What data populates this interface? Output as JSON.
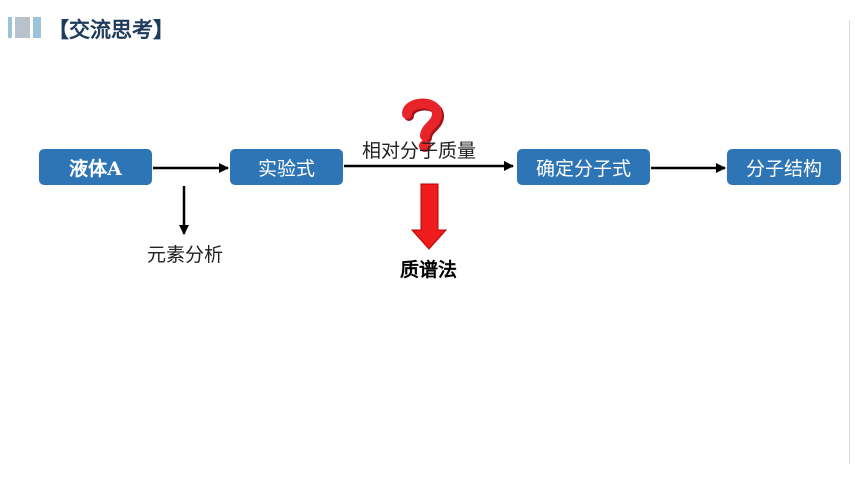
{
  "header": {
    "title": "【交流思考】"
  },
  "colors": {
    "box": "#2e75b6",
    "accent_light": "#9dc3d9",
    "accent_grey": "#b8c2cc",
    "question_mark": "#e8232a",
    "down_arrow": "#ee1c1c"
  },
  "flow": {
    "nodes": [
      "液体A",
      "实验式",
      "确定分子式",
      "分子结构"
    ],
    "edge_label_top": "相对分子质量",
    "below_label_1": "元素分析",
    "below_label_2": "质谱法",
    "question_icon": "question-mark-icon"
  }
}
